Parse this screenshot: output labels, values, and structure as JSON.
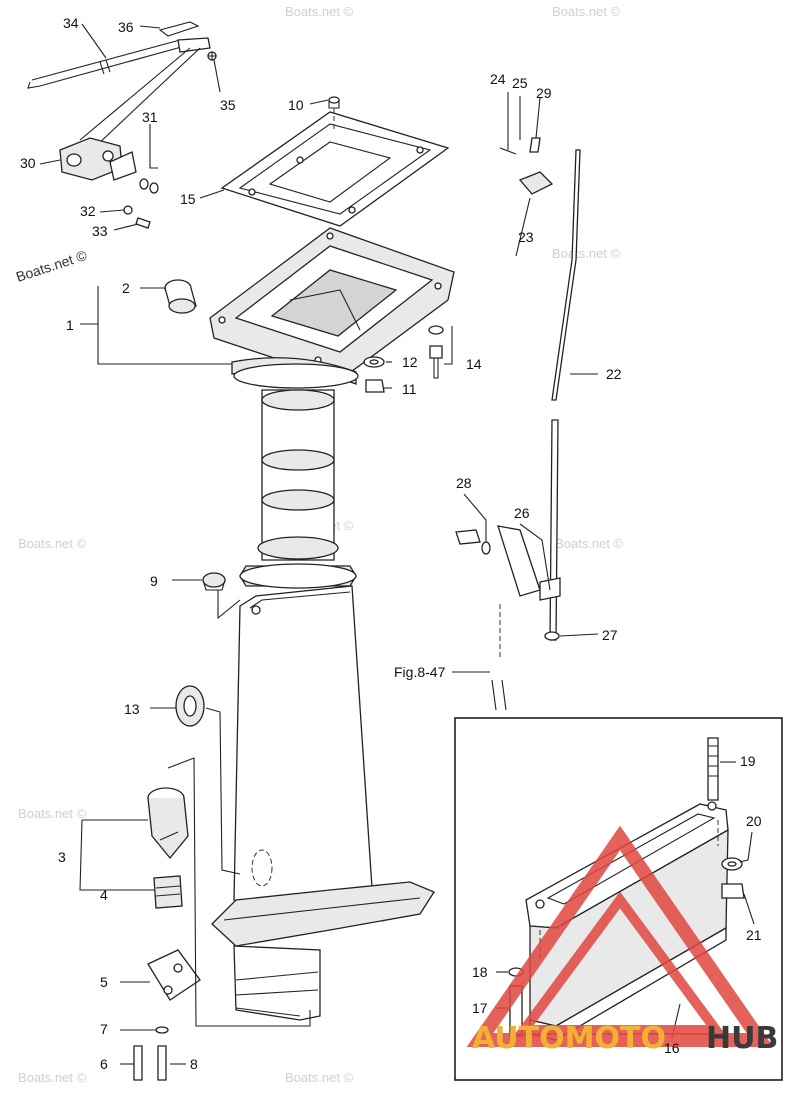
{
  "diagram": {
    "parts": [
      {
        "id": "p1",
        "label": "1"
      },
      {
        "id": "p2",
        "label": "2"
      },
      {
        "id": "p3",
        "label": "3"
      },
      {
        "id": "p4",
        "label": "4"
      },
      {
        "id": "p5",
        "label": "5"
      },
      {
        "id": "p6",
        "label": "6"
      },
      {
        "id": "p7",
        "label": "7"
      },
      {
        "id": "p8",
        "label": "8"
      },
      {
        "id": "p9",
        "label": "9"
      },
      {
        "id": "p10",
        "label": "10"
      },
      {
        "id": "p11",
        "label": "11"
      },
      {
        "id": "p12",
        "label": "12"
      },
      {
        "id": "p13",
        "label": "13"
      },
      {
        "id": "p14",
        "label": "14"
      },
      {
        "id": "p15",
        "label": "15"
      },
      {
        "id": "p16",
        "label": "16"
      },
      {
        "id": "p17",
        "label": "17"
      },
      {
        "id": "p18",
        "label": "18"
      },
      {
        "id": "p19",
        "label": "19"
      },
      {
        "id": "p20",
        "label": "20"
      },
      {
        "id": "p21",
        "label": "21"
      },
      {
        "id": "p22",
        "label": "22"
      },
      {
        "id": "p23",
        "label": "23"
      },
      {
        "id": "p24",
        "label": "24"
      },
      {
        "id": "p25",
        "label": "25"
      },
      {
        "id": "p26",
        "label": "26"
      },
      {
        "id": "p27",
        "label": "27"
      },
      {
        "id": "p28",
        "label": "28"
      },
      {
        "id": "p29",
        "label": "29"
      },
      {
        "id": "p30",
        "label": "30"
      },
      {
        "id": "p31",
        "label": "31"
      },
      {
        "id": "p32",
        "label": "32"
      },
      {
        "id": "p33",
        "label": "33"
      },
      {
        "id": "p34",
        "label": "34"
      },
      {
        "id": "p35",
        "label": "35"
      },
      {
        "id": "p36",
        "label": "36"
      }
    ],
    "figure_reference": "Fig.8-47"
  },
  "watermark": {
    "text": "Boats.net ©"
  },
  "brand": {
    "part1": "AUTOMOTO",
    "part2": "HUB",
    "accent_color": "#e0463f",
    "gold_color": "#f2b134"
  }
}
